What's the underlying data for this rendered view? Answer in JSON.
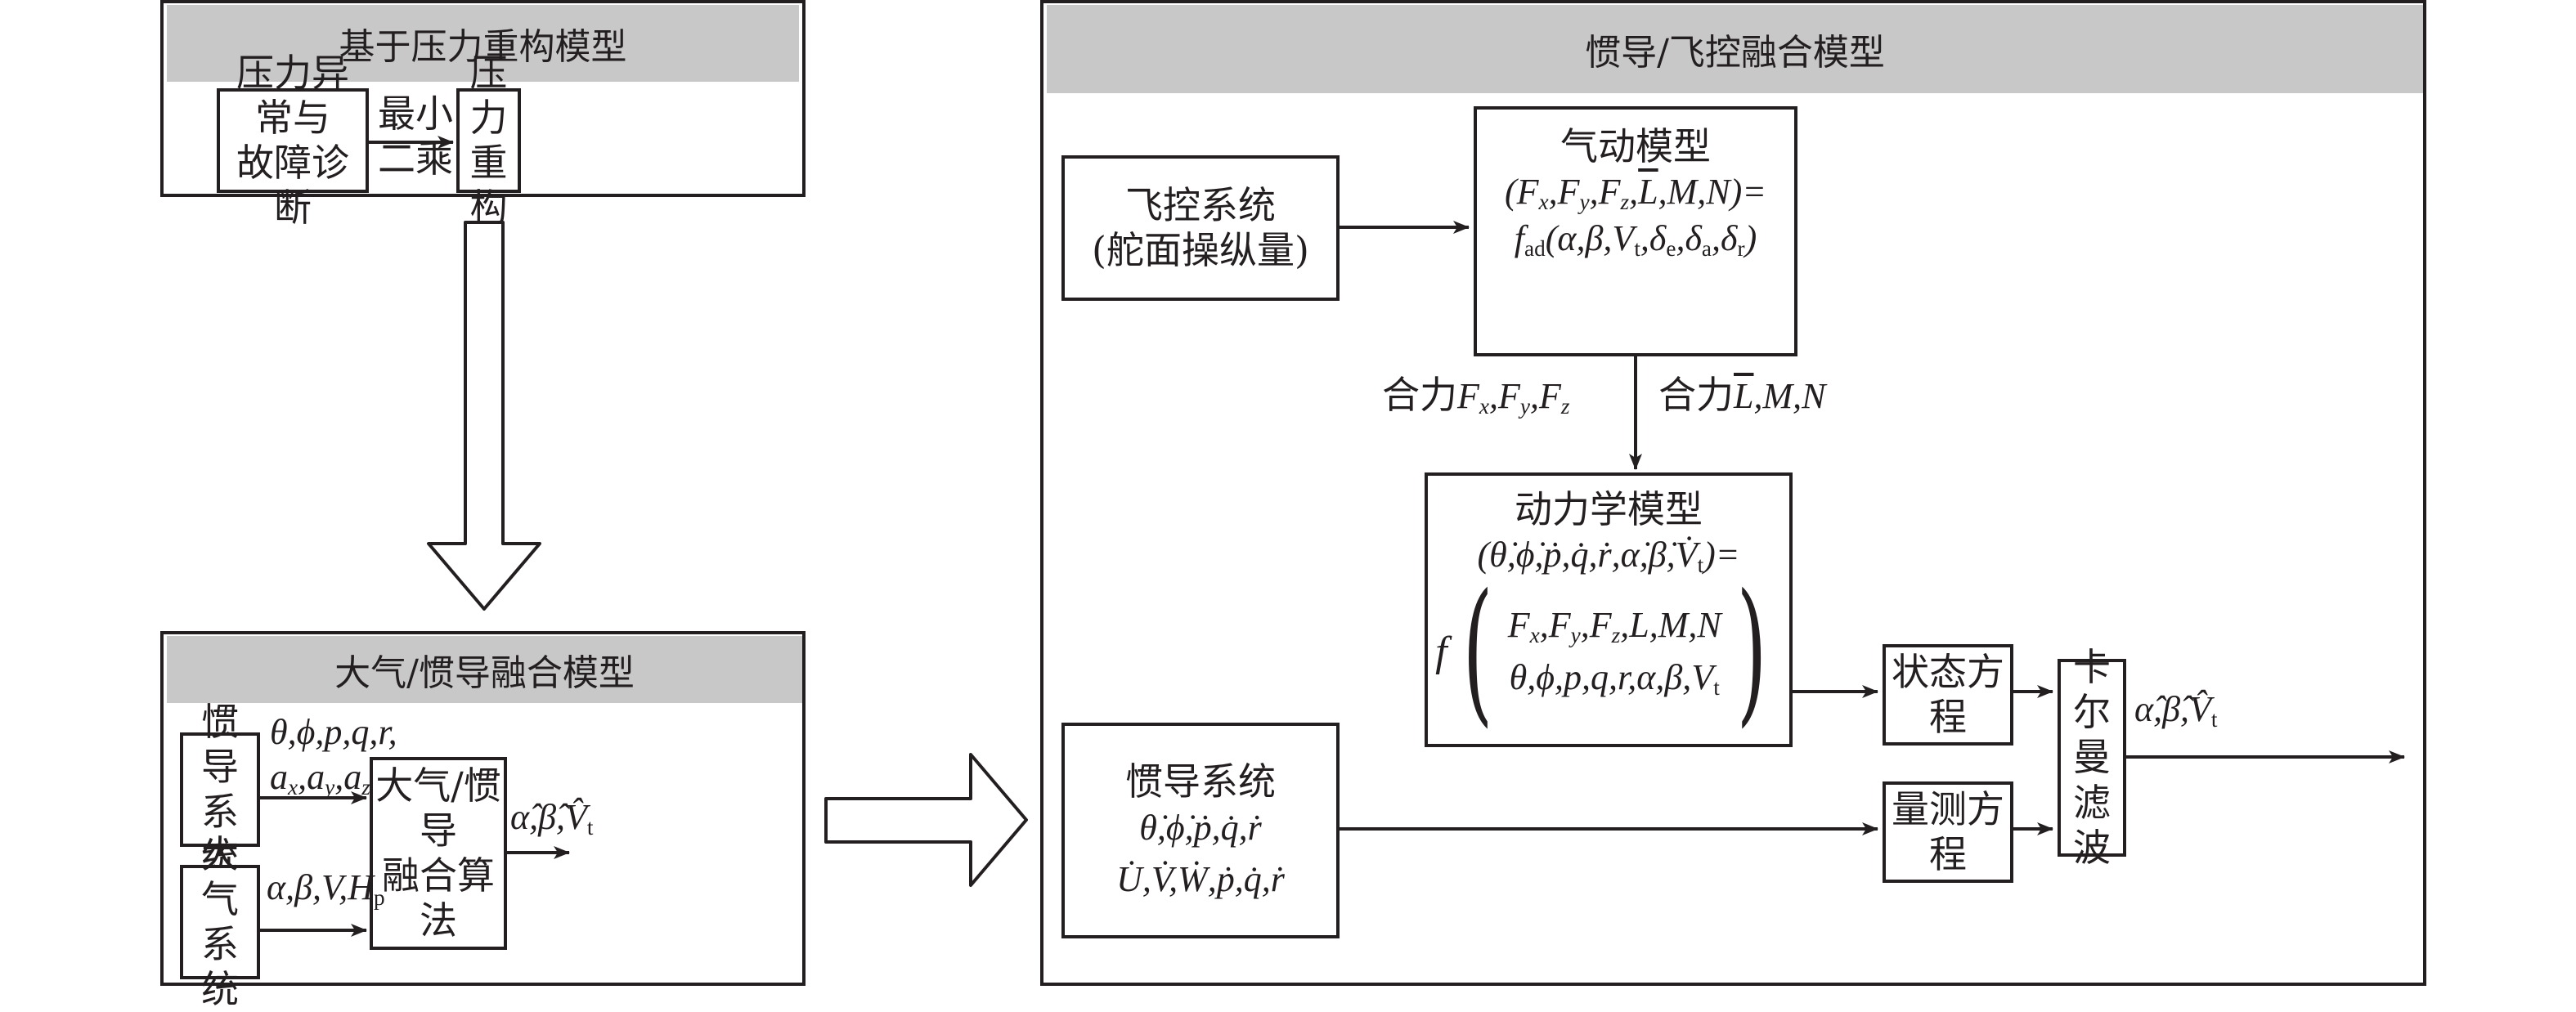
{
  "panels": {
    "pressure": {
      "title": "基于压力重构模型",
      "box_diag_line1": "压力异常与",
      "box_diag_line2": "故障诊断",
      "edge_line1": "最小",
      "edge_line2": "二乘",
      "box_recon_line1": "压力",
      "box_recon_line2": "重构"
    },
    "air_ins": {
      "title": "大气/惯导融合模型",
      "ins_line1": "惯导",
      "ins_line2": "系统",
      "air_line1": "大气",
      "air_line2": "系统",
      "algo_line1": "大气/惯导",
      "algo_line2": "融合算法",
      "ins_signals_line1": "θ,ϕ,p,q,r,",
      "ins_signals_line2": "a_x,a_y,a_z",
      "air_signals": "α,β,V,H_p",
      "output": "α̂,β̂,V̂_t"
    },
    "ins_fc": {
      "title": "惯导/飞控融合模型",
      "flight_ctrl_line1": "飞控系统",
      "flight_ctrl_line2": "(舵面操纵量)",
      "aero_title": "气动模型",
      "aero_eq_line1": "(F_x,F_y,F_z,L̄,M,N)=",
      "aero_eq_line2": "f_ad(α,β,V_t,δ_e,δ_a,δ_r)",
      "force_label": "合力F_x,F_y,F_z",
      "moment_label": "合力L̄,M,N",
      "dyn_title": "动力学模型",
      "dyn_eq_line1": "(θ̇,ϕ̇,ṗ,q̇,ṙ,α̇,β̇,V̇_t)=",
      "dyn_eq_fn": "f",
      "dyn_eq_row1": "F_x,F_y,F_z,L,M,N",
      "dyn_eq_row2": "θ,ϕ,p,q,r,α,β,V_t",
      "ins_title": "惯导系统",
      "ins_eq_line1": "θ̇,ϕ̇,ṗ,q̇,ṙ",
      "ins_eq_line2": "U̇,V̇,Ẇ,ṗ,q̇,ṙ",
      "state_eq": "状态方程",
      "meas_eq": "量测方程",
      "kalman_line1": "卡尔",
      "kalman_line2": "曼滤",
      "kalman_line3": "波",
      "output": "α̂,β̂,V̂_t"
    }
  },
  "colors": {
    "stroke": "#231f20",
    "header_fill": "#c8c8c8",
    "background": "#ffffff"
  }
}
